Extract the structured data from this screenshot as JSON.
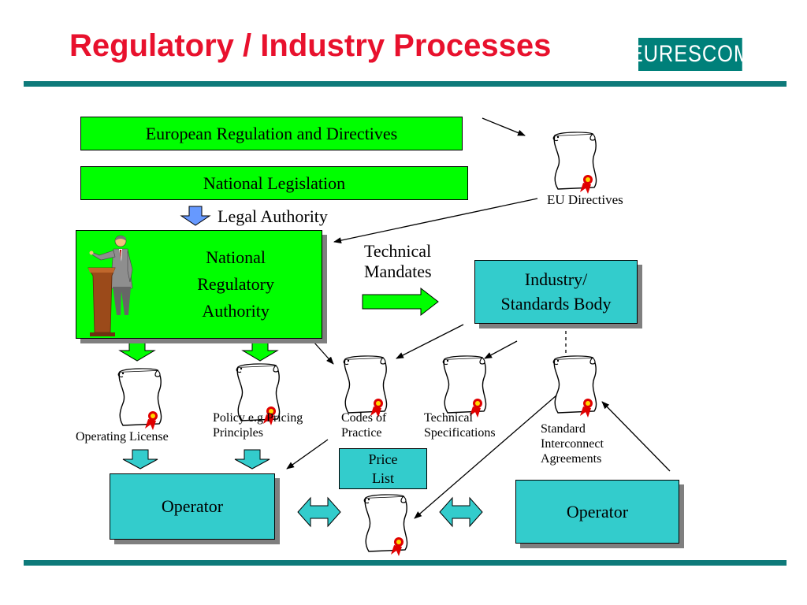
{
  "title": "Regulatory / Industry Processes",
  "logo": "EURESCOM",
  "boxes": {
    "eu_regulation": "European Regulation and Directives",
    "national_legislation": "National Legislation",
    "nra": "National\nRegulatory\nAuthority",
    "industry_body": "Industry/\nStandards Body",
    "price_list": "Price\nList",
    "operator_left": "Operator",
    "operator_right": "Operator"
  },
  "labels": {
    "legal_authority": "Legal Authority",
    "technical_mandates": "Technical\nMandates",
    "eu_directives": "EU Directives",
    "operating_license": "Operating License",
    "policy": "Policy e.g Pricing\nPrinciples",
    "codes_of_practice": "Codes of\nPractice",
    "technical_specifications": "Technical\nSpecifications",
    "standard_interconnect": "Standard\nInterconnect\nAgreements"
  },
  "colors": {
    "title": "#e8112d",
    "logo_bg": "#00807a",
    "rule": "#0e7a7a",
    "green": "#00ff00",
    "teal": "#33cccc",
    "seal": "#e00000"
  },
  "icons": [
    "presenter-at-podium-icon",
    "document-scroll-icon",
    "down-arrow-icon",
    "right-arrow-icon",
    "double-arrow-icon"
  ]
}
